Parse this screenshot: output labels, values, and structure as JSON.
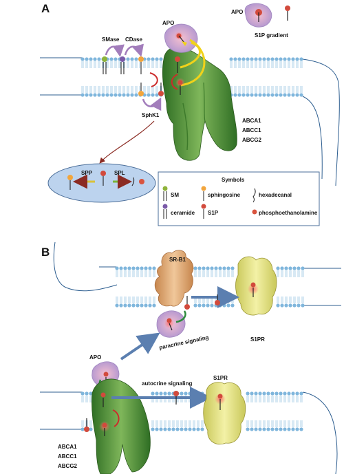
{
  "panel_a": {
    "letter": "A",
    "legend_apo_label": "APO",
    "s1p_gradient": "S1P gradient",
    "apo_label": "APO",
    "smase": "SMase",
    "cdase": "CDase",
    "sphk1": "SphK1",
    "transporters": [
      "ABCA1",
      "ABCC1",
      "ABCG2"
    ],
    "spp": "SPP",
    "spl": "SPL",
    "symbols": {
      "title": "Symbols",
      "items": [
        {
          "label": "SM",
          "color": "#8fb33a"
        },
        {
          "label": "sphingosine",
          "color": "#f2a53c"
        },
        {
          "label": "hexadecanal",
          "color": ""
        },
        {
          "label": "ceramide",
          "color": "#7a5aa8"
        },
        {
          "label": "S1P",
          "color": "#d24a3c"
        },
        {
          "label": "phosphoethanolamine",
          "color": "#d9543f"
        }
      ]
    }
  },
  "panel_b": {
    "letter": "B",
    "srb1": "SR-B1",
    "paracrine": "paracrine signaling",
    "s1pr_top": "S1PR",
    "apo": "APO",
    "autocrine": "autocrine signaling",
    "s1pr_bottom": "S1PR",
    "transporters": [
      "ABCA1",
      "ABCC1",
      "ABCG2"
    ]
  },
  "colors": {
    "membrane": "#7fb6dc",
    "transporter": "#4f8a36",
    "apo": "#c9a7d8",
    "s1p": "#d24a3c",
    "receptor": "#e8e47a",
    "srb1": "#e0a36d",
    "cytosol": "#bcd3ee",
    "arrow": "#5b7fb0"
  }
}
